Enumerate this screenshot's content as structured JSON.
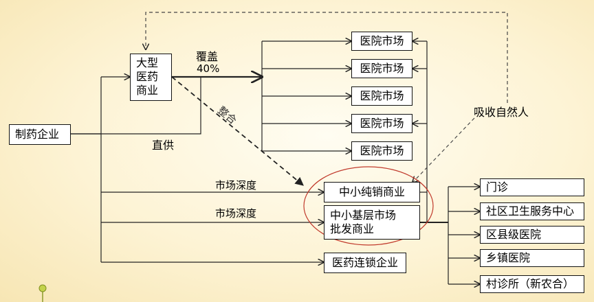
{
  "nodes": {
    "manufacturer": "制药企业",
    "large_commerce": "大型\n医药\n商业",
    "hospital_market_1": "医院市场",
    "hospital_market_2": "医院市场",
    "hospital_market_3": "医院市场",
    "hospital_market_4": "医院市场",
    "hospital_market_5": "医院市场",
    "sme_pure_sales": "中小纯销商业",
    "sme_wholesale": "中小基层市场\n批发商业",
    "pharmacy_chain": "医药连锁企业",
    "clinic": "门诊",
    "community_health_center": "社区卫生服务中心",
    "county_hospital": "区县级医院",
    "township_hospital": "乡镇医院",
    "village_clinic": "村诊所（新农合）"
  },
  "edge_labels": {
    "coverage": "覆盖",
    "coverage_pct": "40%",
    "direct_supply": "直供",
    "integration": "整合",
    "market_depth_1": "市场深度",
    "market_depth_2": "市场深度",
    "absorb": "吸收自然人"
  },
  "colors": {
    "line": "#222222",
    "dashed": "#444444",
    "ellipse": "#c0392b"
  }
}
